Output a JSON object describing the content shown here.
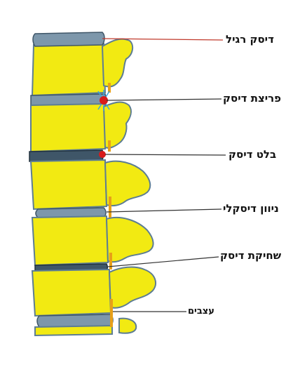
{
  "labels": {
    "normal_disc": "דיסק רגיל",
    "disc_herniation": "פריצת דיסק",
    "disc_bulge": "בלט דיסק",
    "disc_degeneration": "ניוון דיסקלי",
    "disc_wear": "שחיקת דיסק",
    "nerves": "עצבים"
  },
  "colors": {
    "bone": "#f2ea12",
    "bone_edge": "#5d7d93",
    "disc": "#7d97ab",
    "disc_dark": "#3f5668",
    "nerve": "#e8a018",
    "herniation": "#d81b1b",
    "leader_red": "#c0392b",
    "leader_dark": "#333333"
  }
}
